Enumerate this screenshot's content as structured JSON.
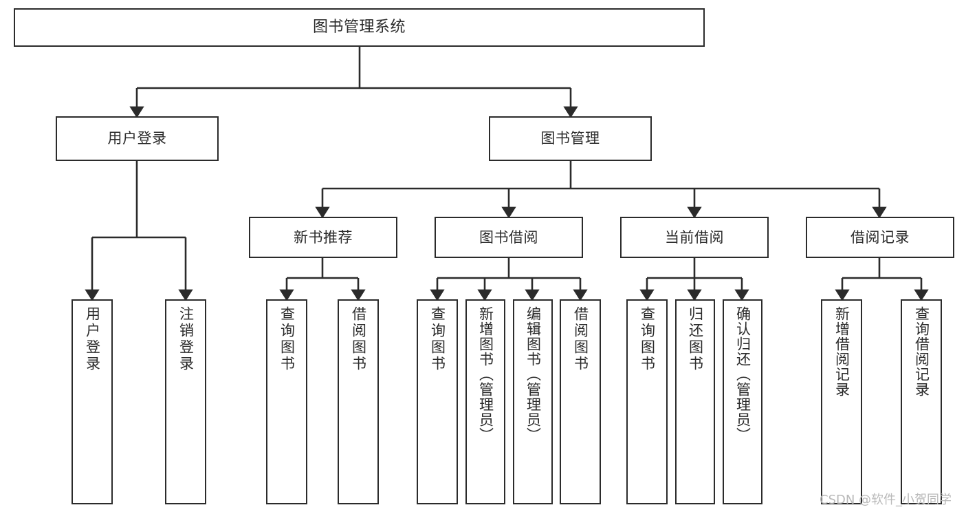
{
  "diagram": {
    "type": "tree-hierarchy",
    "title": "图书管理系统",
    "orientation": "top-down",
    "colors": {
      "node_border": "#2b2b2b",
      "node_fill": "#ffffff",
      "edge": "#2b2b2b",
      "text": "#2b2b2b",
      "watermark": "#b9b9b9",
      "canvas": "#ffffff"
    },
    "levels": [
      {
        "level": 1,
        "nodes": [
          {
            "id": "root",
            "label": "图书管理系统",
            "orientation": "horizontal"
          }
        ]
      },
      {
        "level": 2,
        "nodes": [
          {
            "id": "login",
            "label": "用户登录",
            "orientation": "horizontal",
            "parent": "root"
          },
          {
            "id": "bookmgmt",
            "label": "图书管理",
            "orientation": "horizontal",
            "parent": "root"
          }
        ]
      },
      {
        "level": 3,
        "nodes": [
          {
            "id": "newbook",
            "label": "新书推荐",
            "orientation": "horizontal",
            "parent": "bookmgmt"
          },
          {
            "id": "borrow",
            "label": "图书借阅",
            "orientation": "horizontal",
            "parent": "bookmgmt"
          },
          {
            "id": "current",
            "label": "当前借阅",
            "orientation": "horizontal",
            "parent": "bookmgmt"
          },
          {
            "id": "records",
            "label": "借阅记录",
            "orientation": "horizontal",
            "parent": "bookmgmt"
          }
        ]
      },
      {
        "level": 4,
        "nodes": [
          {
            "id": "leaf1",
            "label": "用户登录",
            "orientation": "vertical",
            "parent": "login"
          },
          {
            "id": "leaf2",
            "label": "注销登录",
            "orientation": "vertical",
            "parent": "login"
          },
          {
            "id": "leaf3",
            "label": "查询图书",
            "orientation": "vertical",
            "parent": "newbook"
          },
          {
            "id": "leaf4",
            "label": "借阅图书",
            "orientation": "vertical",
            "parent": "newbook"
          },
          {
            "id": "leaf5",
            "label": "查询图书",
            "orientation": "vertical",
            "parent": "borrow"
          },
          {
            "id": "leaf6",
            "label": "新增图书（管理员）",
            "orientation": "vertical",
            "parent": "borrow"
          },
          {
            "id": "leaf7",
            "label": "编辑图书（管理员）",
            "orientation": "vertical",
            "parent": "borrow"
          },
          {
            "id": "leaf8",
            "label": "借阅图书",
            "orientation": "vertical",
            "parent": "borrow"
          },
          {
            "id": "leaf9",
            "label": "查询图书",
            "orientation": "vertical",
            "parent": "current"
          },
          {
            "id": "leaf10",
            "label": "归还图书",
            "orientation": "vertical",
            "parent": "current"
          },
          {
            "id": "leaf11",
            "label": "确认归还（管理员）",
            "orientation": "vertical",
            "parent": "current"
          },
          {
            "id": "leaf12",
            "label": "新增借阅记录",
            "orientation": "vertical",
            "parent": "records"
          },
          {
            "id": "leaf13",
            "label": "查询借阅记录",
            "orientation": "vertical",
            "parent": "records"
          }
        ]
      }
    ]
  },
  "watermark": {
    "text": "CSDN @软件_小贺同学"
  }
}
